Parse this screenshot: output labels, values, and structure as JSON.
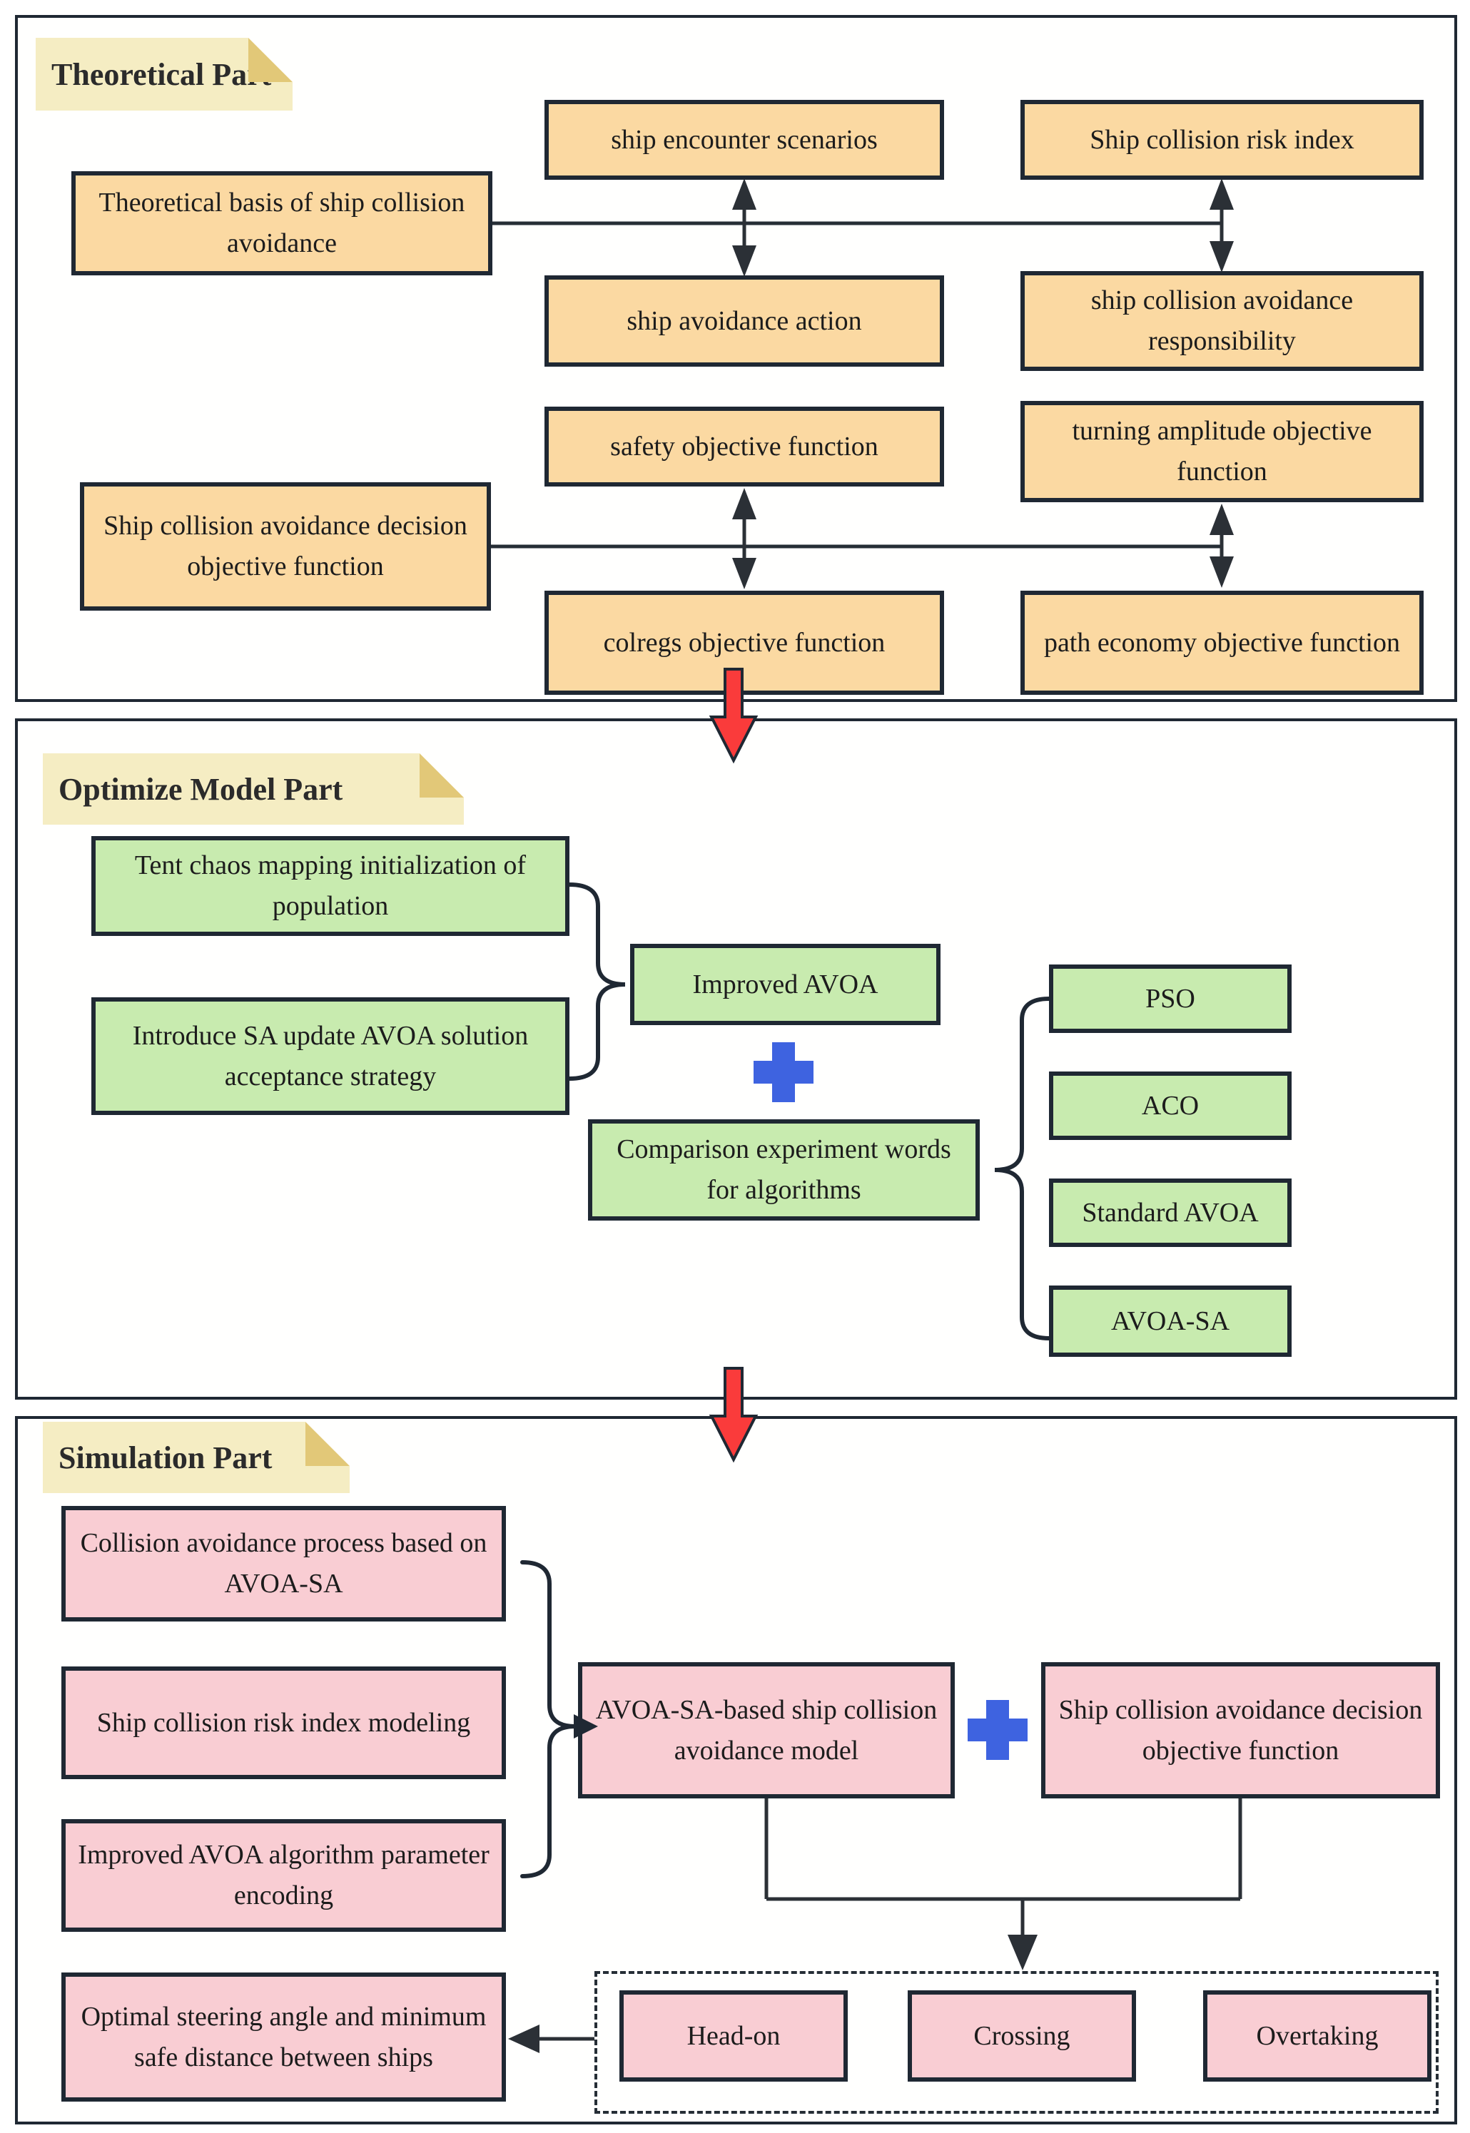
{
  "colors": {
    "box_orange": "#fbd9a2",
    "box_green": "#c8ebaf",
    "box_pink": "#f9cdd3",
    "note_fill": "#f5edc3",
    "note_fold": "#e2c878",
    "border_dark": "#1f2833",
    "connector_dark": "#262e36",
    "red_arrow": "#fa3b3b",
    "plus_blue": "#3e63e0"
  },
  "icons": {
    "plus": "+",
    "red_section_arrow": "↓",
    "double_vertical_arrow": "↕",
    "left_arrow": "←",
    "brace": "}"
  },
  "sections": {
    "theoretical": {
      "title": "Theoretical Part",
      "boxes": {
        "basis": "Theoretical basis of ship collision avoidance",
        "encounter": "ship encounter scenarios",
        "risk_index": "Ship collision risk index",
        "avoidance_action": "ship avoidance action",
        "responsibility": "ship collision avoidance responsibility",
        "safety": "safety objective function",
        "turning": "turning amplitude objective function",
        "decision": "Ship collision avoidance decision objective function",
        "colregs": "colregs objective function",
        "path_economy": "path economy objective function"
      }
    },
    "optimize": {
      "title": "Optimize Model Part",
      "boxes": {
        "tent": "Tent chaos mapping initialization of population",
        "sa": "Introduce SA update AVOA solution acceptance strategy",
        "improved": "Improved AVOA",
        "comparison": "Comparison experiment words for algorithms",
        "pso": "PSO",
        "aco": "ACO",
        "standard": "Standard AVOA",
        "avoa_sa": "AVOA-SA"
      }
    },
    "simulation": {
      "title": "Simulation Part",
      "boxes": {
        "process": "Collision avoidance process based on AVOA-SA",
        "risk_modeling": "Ship collision risk index modeling",
        "encoding": "Improved AVOA algorithm parameter encoding",
        "optimal": "Optimal steering angle and minimum safe distance between ships",
        "model": "AVOA-SA-based ship collision avoidance model",
        "objective": "Ship collision avoidance decision objective function",
        "head_on": "Head-on",
        "crossing": "Crossing",
        "overtaking": "Overtaking"
      }
    }
  }
}
